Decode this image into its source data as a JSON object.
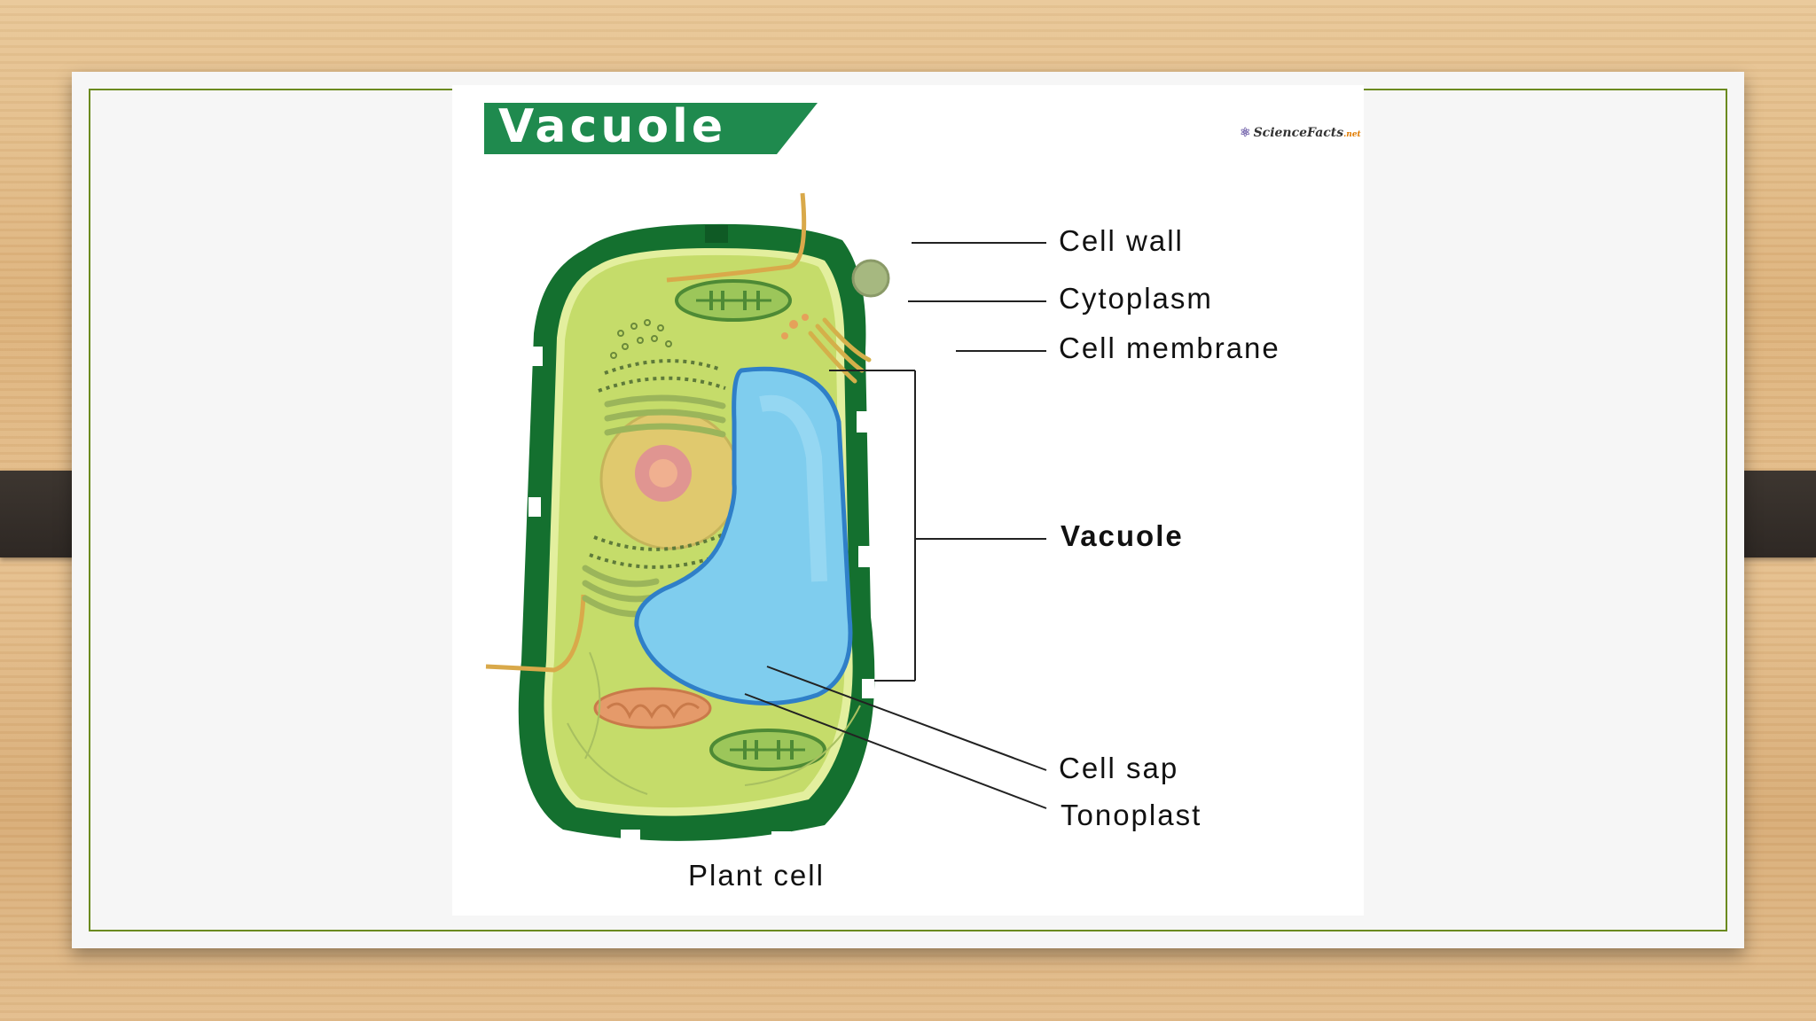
{
  "diagram": {
    "title": "Vacuole",
    "logo": {
      "text": "ScienceFacts",
      "suffix": ".net"
    },
    "labels": {
      "cell_wall": "Cell wall",
      "cytoplasm": "Cytoplasm",
      "cell_membrane": "Cell membrane",
      "vacuole": "Vacuole",
      "cell_sap": "Cell sap",
      "tonoplast": "Tonoplast"
    },
    "caption": "Plant cell"
  },
  "colors": {
    "title_banner": "#1f8a4e",
    "cell_wall": "#14702f",
    "cytoplasm": "#c5dc6a",
    "vacuole": "#7fcdee",
    "vacuole_edge": "#2f7fc8",
    "slide_border": "#6b8a1f",
    "strap": "#352f2a"
  },
  "icons": {
    "logo": "atom-icon"
  }
}
